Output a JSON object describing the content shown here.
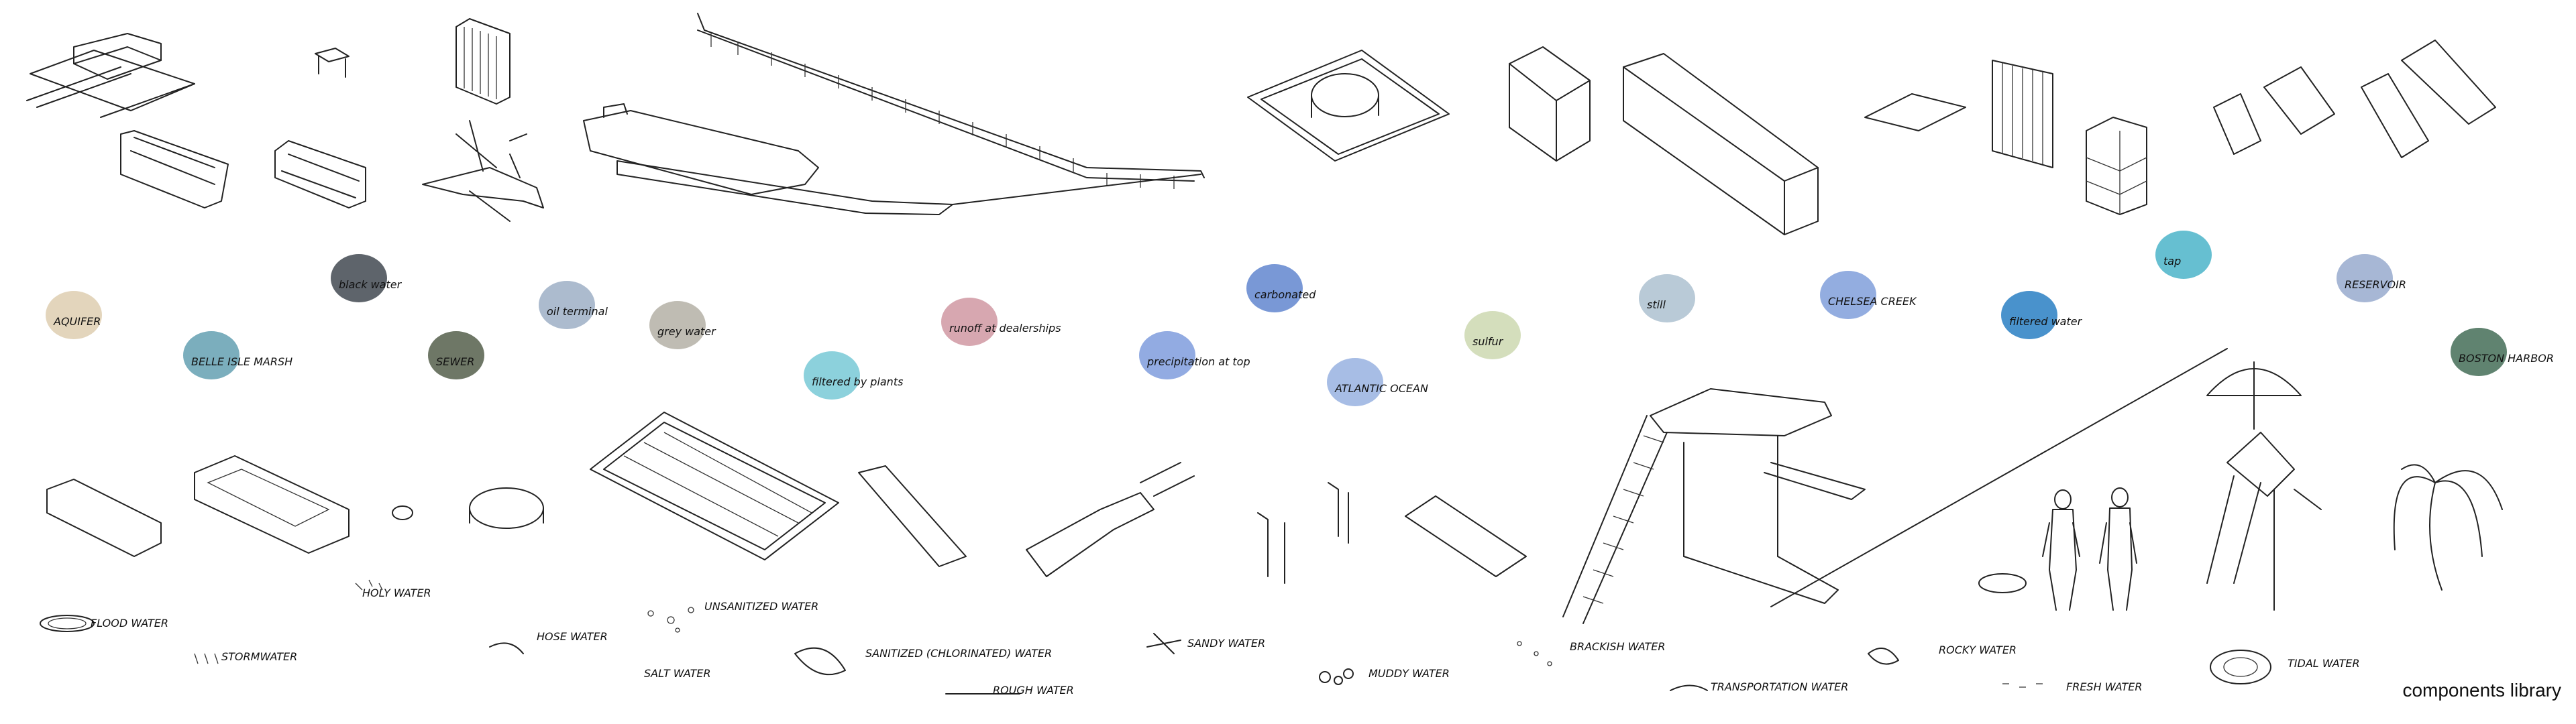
{
  "title": "components library",
  "water_labels": [
    {
      "text": "AQUIFER",
      "color": "#d9c7a5"
    },
    {
      "text": "BELLE ISLE MARSH",
      "color": "#4f93a7"
    },
    {
      "text": "black water",
      "color": "#28303a"
    },
    {
      "text": "SEWER",
      "color": "#3d4a33"
    },
    {
      "text": "oil terminal",
      "color": "#90a4bd"
    },
    {
      "text": "grey water",
      "color": "#a9a69a"
    },
    {
      "text": "filtered by plants",
      "color": "#66c2d0"
    },
    {
      "text": "runoff at dealerships",
      "color": "#c98a96"
    },
    {
      "text": "precipitation at top",
      "color": "#6d8fd8"
    },
    {
      "text": "carbonated",
      "color": "#4c76c8"
    },
    {
      "text": "ATLANTIC OCEAN",
      "color": "#89a7dc"
    },
    {
      "text": "sulfur",
      "color": "#c5d3a5"
    },
    {
      "text": "still",
      "color": "#a2b8c9"
    },
    {
      "text": "CHELSEA CREEK",
      "color": "#6f91d6"
    },
    {
      "text": "filtered water",
      "color": "#0c6dbb"
    },
    {
      "text": "tap",
      "color": "#33aac2"
    },
    {
      "text": "RESERVOIR",
      "color": "#8a9fc7"
    },
    {
      "text": "BOSTON HARBOR",
      "color": "#2b5a40"
    }
  ],
  "sketch_labels": [
    "FLOOD WATER",
    "HOLY WATER",
    "STORMWATER",
    "HOSE WATER",
    "UNSANITIZED WATER",
    "SALT WATER",
    "SANITIZED (CHLORINATED) WATER",
    "ROUGH WATER",
    "SANDY WATER",
    "MUDDY WATER",
    "BRACKISH WATER",
    "TRANSPORTATION WATER",
    "ROCKY WATER",
    "FRESH WATER",
    "TIDAL WATER"
  ]
}
